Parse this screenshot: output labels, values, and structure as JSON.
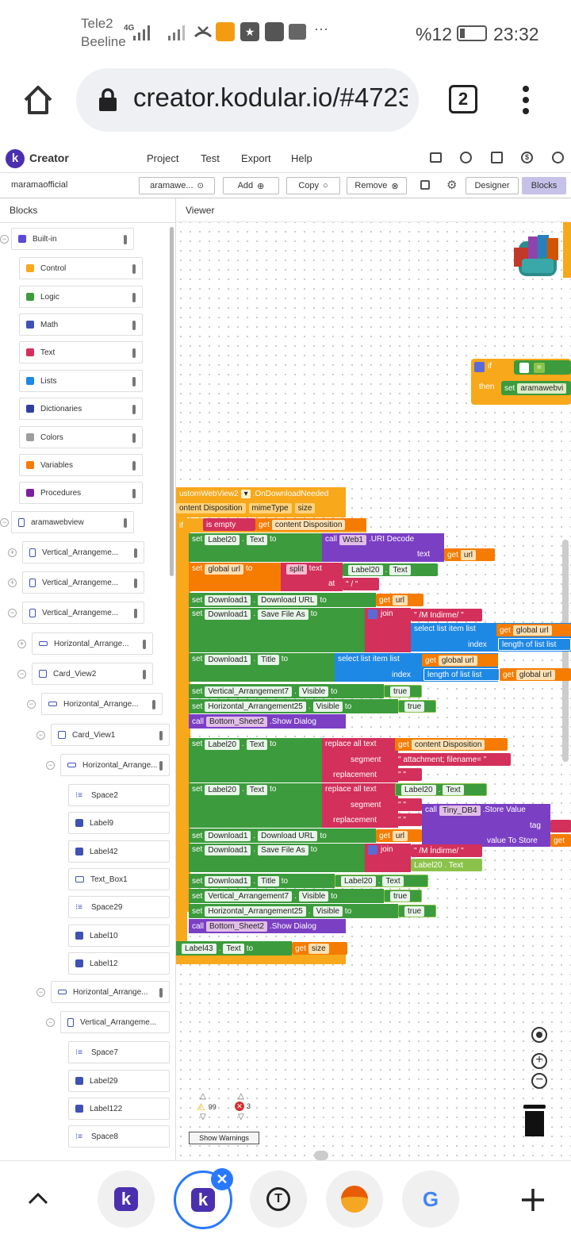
{
  "status_bar": {
    "carrier1": "Tele2",
    "carrier2": "Beeline",
    "net": "4G",
    "battery": "%12",
    "time": "23:32",
    "more": "···"
  },
  "browser": {
    "url": "creator.kodular.io/#4723",
    "tab_count": "2"
  },
  "app": {
    "brand": "Creator",
    "menu": [
      "Project",
      "Test",
      "Export",
      "Help"
    ]
  },
  "toolbar": {
    "user": "maramaofficial",
    "screen": "aramawe...",
    "add": "Add",
    "copy": "Copy",
    "remove": "Remove",
    "designer": "Designer",
    "blocks": "Blocks"
  },
  "panes": {
    "blocks": "Blocks",
    "viewer": "Viewer"
  },
  "builtin": {
    "title": "Built-in",
    "items": [
      "Control",
      "Logic",
      "Math",
      "Text",
      "Lists",
      "Dictionaries",
      "Colors",
      "Variables",
      "Procedures"
    ]
  },
  "components": {
    "screen": "aramawebview",
    "va1": "Vertical_Arrangeme...",
    "va2": "Vertical_Arrangeme...",
    "va3": "Vertical_Arrangeme...",
    "ha1": "Horizontal_Arrange...",
    "card2": "Card_View2",
    "ha2": "Horizontal_Arrange...",
    "card1": "Card_View1",
    "ha3": "Horizontal_Arrange...",
    "space2": "Space2",
    "label9": "Label9",
    "label42": "Label42",
    "textbox1": "Text_Box1",
    "space29": "Space29",
    "label10": "Label10",
    "label12": "Label12",
    "ha4": "Horizontal_Arrange...",
    "va4": "Vertical_Arrangeme...",
    "space7": "Space7",
    "label29": "Label29",
    "label122": "Label122",
    "space8": "Space8"
  },
  "blocks": {
    "event_comp": "ustomWebView2",
    "event_name": ".OnDownloadNeeded",
    "params": [
      "ontent Disposition",
      "mimeType",
      "size"
    ],
    "if": "if",
    "then": "then",
    "is_empty": "is empty",
    "get": "get",
    "set": "set",
    "to": "to",
    "call": "call",
    "content_disposition": "content Disposition",
    "label20": "Label20",
    "text_prop": "Text",
    "web1": "Web1",
    "uri_decode": ".URI Decode",
    "text_kw": "text",
    "url": "url",
    "global_url": "global url",
    "split": "split",
    "at": "at",
    "slash": "\" / \"",
    "download1": "Download1",
    "download_url": "Download URL",
    "save_file_as": "Save File As",
    "title_prop": "Title",
    "join": "join",
    "m_indirme1": "\" /M Indirme/ \"",
    "m_indirme2": "\" /M İndirme/ \"",
    "select_list_item": "select list item  list",
    "index": "index",
    "length_of_list": "length of list  list",
    "va7": "Vertical_Arrangement7",
    "ha25": "Horizontal_Arrangement25",
    "visible": "Visible",
    "true": "true",
    "bottom_sheet": "Bottom_Sheet2",
    "show_dialog": ".Show Dialog",
    "replace_all": "replace all text",
    "segment": "segment",
    "replacement": "replacement",
    "attachment": "\" attachment; filename= \"",
    "quote_empty": "\" \"",
    "tiny_db": "Tiny_DB4",
    "store_value": ".Store Value",
    "tag": "tag",
    "value_to_store": "value To Store",
    "label20_text": "Label20 . Text",
    "label43": "Label43",
    "size": "size",
    "aramawebv": "aramawebvi",
    "eq": "="
  },
  "warnings": {
    "warn_count": "99",
    "err_count": "3",
    "show_label": "Show Warnings"
  }
}
